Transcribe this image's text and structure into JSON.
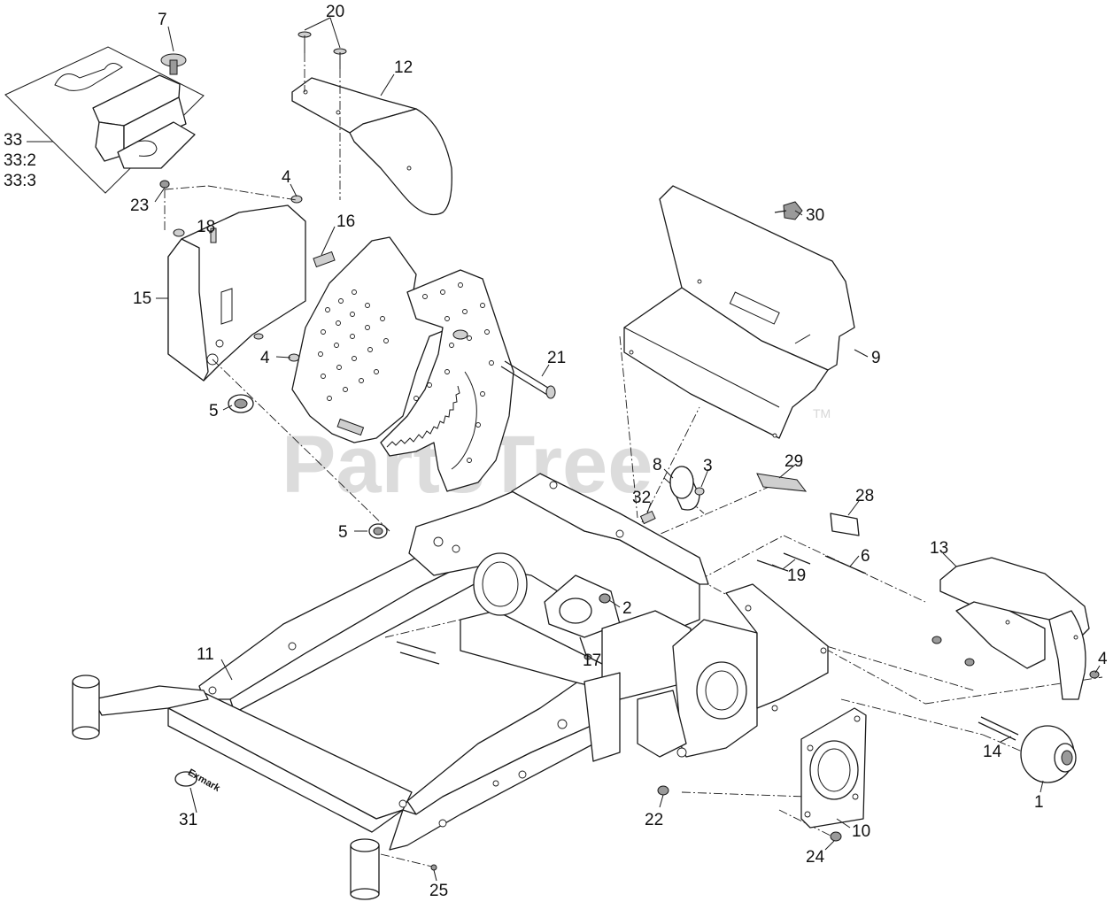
{
  "watermark": {
    "text": "PartsTree",
    "trademark": "TM",
    "color": "#d7d7d7"
  },
  "brand_decal": "Exmark",
  "callouts": [
    {
      "id": "c20",
      "text": "20"
    },
    {
      "id": "c7",
      "text": "7"
    },
    {
      "id": "c12",
      "text": "12"
    },
    {
      "id": "c33",
      "text": "33"
    },
    {
      "id": "c33-2",
      "text": "33:2"
    },
    {
      "id": "c33-3",
      "text": "33:3"
    },
    {
      "id": "c4a",
      "text": "4"
    },
    {
      "id": "c23",
      "text": "23"
    },
    {
      "id": "c18",
      "text": "18"
    },
    {
      "id": "c16",
      "text": "16"
    },
    {
      "id": "c30",
      "text": "30"
    },
    {
      "id": "c15",
      "text": "15"
    },
    {
      "id": "c4b",
      "text": "4"
    },
    {
      "id": "c9",
      "text": "9"
    },
    {
      "id": "c21",
      "text": "21"
    },
    {
      "id": "c5a",
      "text": "5"
    },
    {
      "id": "c8",
      "text": "8"
    },
    {
      "id": "c3",
      "text": "3"
    },
    {
      "id": "c29",
      "text": "29"
    },
    {
      "id": "c32",
      "text": "32"
    },
    {
      "id": "c28",
      "text": "28"
    },
    {
      "id": "c5b",
      "text": "5"
    },
    {
      "id": "c6",
      "text": "6"
    },
    {
      "id": "c13",
      "text": "13"
    },
    {
      "id": "c19",
      "text": "19"
    },
    {
      "id": "c2",
      "text": "2"
    },
    {
      "id": "c11",
      "text": "11"
    },
    {
      "id": "c17",
      "text": "17"
    },
    {
      "id": "c4c",
      "text": "4"
    },
    {
      "id": "c14",
      "text": "14"
    },
    {
      "id": "c1",
      "text": "1"
    },
    {
      "id": "c31",
      "text": "31"
    },
    {
      "id": "c22",
      "text": "22"
    },
    {
      "id": "c10",
      "text": "10"
    },
    {
      "id": "c24",
      "text": "24"
    },
    {
      "id": "c25",
      "text": "25"
    }
  ]
}
